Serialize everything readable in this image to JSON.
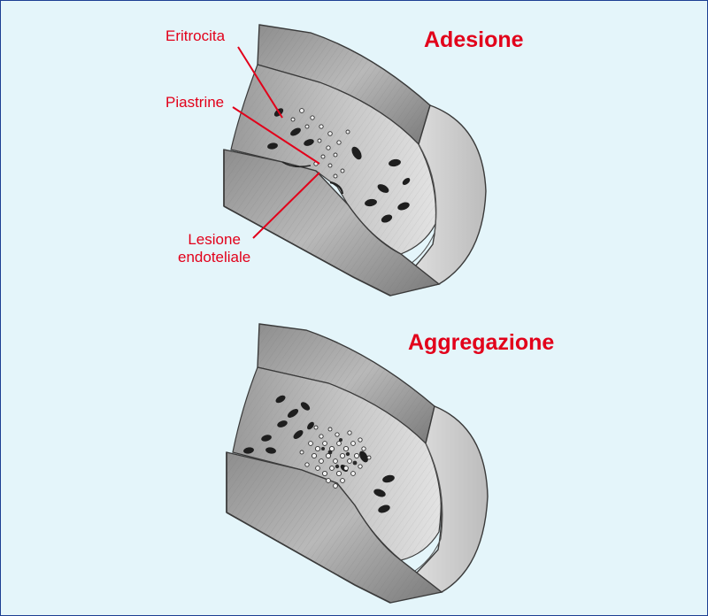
{
  "panels": {
    "top": {
      "title": "Adesione",
      "labels": {
        "erythrocyte": "Eritrocita",
        "platelets": "Piastrine",
        "lesion_line1": "Lesione",
        "lesion_line2": "endoteliale"
      }
    },
    "bottom": {
      "title": "Aggregazione"
    }
  },
  "colors": {
    "labels": "#e2001a",
    "background": "#e4f5fa",
    "border": "#1c3f93"
  }
}
